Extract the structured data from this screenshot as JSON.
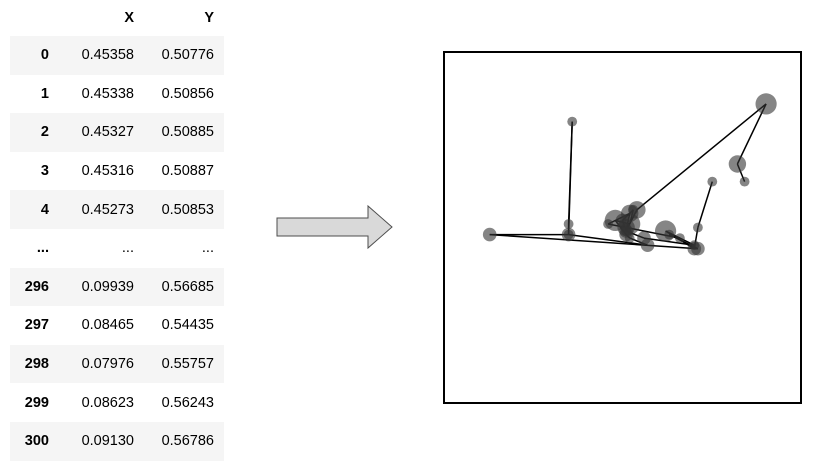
{
  "table": {
    "columns": [
      "",
      "X",
      "Y"
    ],
    "rows": [
      {
        "index": "0",
        "x": "0.45358",
        "y": "0.50776"
      },
      {
        "index": "1",
        "x": "0.45338",
        "y": "0.50856"
      },
      {
        "index": "2",
        "x": "0.45327",
        "y": "0.50885"
      },
      {
        "index": "3",
        "x": "0.45316",
        "y": "0.50887"
      },
      {
        "index": "4",
        "x": "0.45273",
        "y": "0.50853"
      },
      {
        "index": "...",
        "x": "...",
        "y": "..."
      },
      {
        "index": "296",
        "x": "0.09939",
        "y": "0.56685"
      },
      {
        "index": "297",
        "x": "0.08465",
        "y": "0.54435"
      },
      {
        "index": "298",
        "x": "0.07976",
        "y": "0.55757"
      },
      {
        "index": "299",
        "x": "0.08623",
        "y": "0.56243"
      },
      {
        "index": "300",
        "x": "0.09130",
        "y": "0.56786"
      }
    ]
  },
  "arrow": {
    "icon": "right-arrow-icon",
    "fill": "#d9d9d9",
    "stroke": "#4d4d4d"
  },
  "plot": {
    "marker_color": "#333333",
    "line_color": "#000000",
    "frame_color": "#000000"
  },
  "chart_data": {
    "type": "scatter",
    "title": "",
    "xlabel": "",
    "ylabel": "",
    "xlim": [
      0,
      1
    ],
    "ylim": [
      0,
      1
    ],
    "grid": false,
    "axes_ticks": false,
    "connected": true,
    "points": [
      {
        "x": 0.75,
        "y": 0.63,
        "size": 1
      },
      {
        "x": 0.71,
        "y": 0.5,
        "size": 1
      },
      {
        "x": 0.7,
        "y": 0.44,
        "size": 2
      },
      {
        "x": 0.62,
        "y": 0.49,
        "size": 4
      },
      {
        "x": 0.7,
        "y": 0.45,
        "size": 1
      },
      {
        "x": 0.56,
        "y": 0.47,
        "size": 2
      },
      {
        "x": 0.51,
        "y": 0.49,
        "size": 2
      },
      {
        "x": 0.5,
        "y": 0.52,
        "size": 2
      },
      {
        "x": 0.53,
        "y": 0.55,
        "size": 1
      },
      {
        "x": 0.52,
        "y": 0.51,
        "size": 4
      },
      {
        "x": 0.48,
        "y": 0.52,
        "size": 4
      },
      {
        "x": 0.51,
        "y": 0.48,
        "size": 2
      },
      {
        "x": 0.52,
        "y": 0.47,
        "size": 1
      },
      {
        "x": 0.57,
        "y": 0.45,
        "size": 2
      },
      {
        "x": 0.35,
        "y": 0.48,
        "size": 1
      },
      {
        "x": 0.35,
        "y": 0.51,
        "size": 1
      },
      {
        "x": 0.36,
        "y": 0.8,
        "size": 1
      },
      {
        "x": 0.35,
        "y": 0.48,
        "size": 2
      },
      {
        "x": 0.13,
        "y": 0.48,
        "size": 2
      },
      {
        "x": 0.71,
        "y": 0.44,
        "size": 2
      },
      {
        "x": 0.63,
        "y": 0.48,
        "size": 1
      },
      {
        "x": 0.66,
        "y": 0.47,
        "size": 1
      },
      {
        "x": 0.51,
        "y": 0.5,
        "size": 1
      },
      {
        "x": 0.51,
        "y": 0.5,
        "size": 3
      },
      {
        "x": 0.46,
        "y": 0.51,
        "size": 1
      },
      {
        "x": 0.52,
        "y": 0.54,
        "size": 3
      },
      {
        "x": 0.51,
        "y": 0.49,
        "size": 1
      },
      {
        "x": 0.54,
        "y": 0.55,
        "size": 3
      },
      {
        "x": 0.9,
        "y": 0.85,
        "size": 4
      },
      {
        "x": 0.82,
        "y": 0.68,
        "size": 3
      },
      {
        "x": 0.84,
        "y": 0.63,
        "size": 1
      }
    ]
  }
}
